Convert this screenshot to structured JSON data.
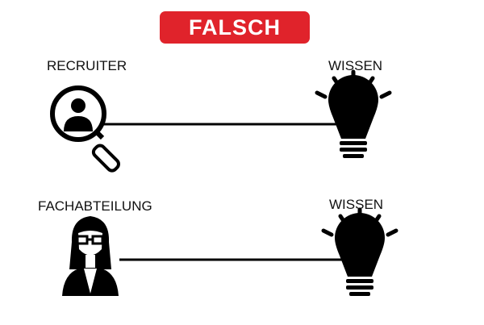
{
  "header": {
    "verdict": "FALSCH"
  },
  "rows": [
    {
      "actor": "RECRUITER",
      "target": "WISSEN"
    },
    {
      "actor": "FACHABTEILUNG",
      "target": "WISSEN"
    }
  ],
  "colors": {
    "accent": "#e0232b",
    "ink": "#000000",
    "background": "#ffffff"
  },
  "icons": [
    "magnifier-person-icon",
    "lightbulb-icon",
    "woman-with-glasses-icon"
  ]
}
